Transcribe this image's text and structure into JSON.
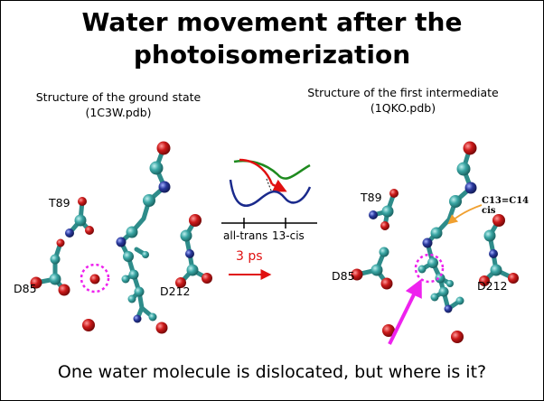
{
  "title": {
    "line1": "Water movement after the",
    "line2": "photoisomerization"
  },
  "left_panel": {
    "caption_line1": "Structure of the ground state",
    "caption_line2": "(1C3W.pdb)"
  },
  "right_panel": {
    "caption_line1": "Structure of the first intermediate",
    "caption_line2": "(1QKO.pdb)"
  },
  "residue_labels": {
    "t89": "T89",
    "d85": "D85",
    "d212": "D212"
  },
  "bond_label": "C13=C14 cis",
  "energy_diagram": {
    "tick_left": "all-trans",
    "tick_right": "13-cis"
  },
  "transition_time": "3 ps",
  "bottom_text": "One water molecule is dislocated,  but where is it?",
  "colors": {
    "carbon": "#3aa6a4",
    "oxygen": "#cc1a1a",
    "nitrogen": "#2a3a9e",
    "accent_magenta": "#ee22ee",
    "ground_curve": "#1a2a8c",
    "excited_green": "#1e8a1e",
    "excited_red": "#e01010",
    "pointer_orange": "#f0a030"
  }
}
